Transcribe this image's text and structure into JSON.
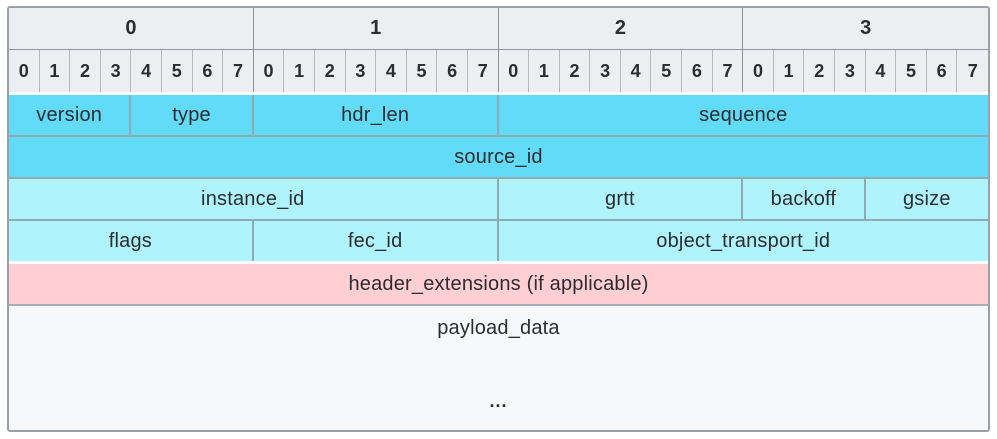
{
  "diagram_title": "packet-header-bit-layout",
  "colors": {
    "header_bg": "#eceef1",
    "cyan": "#61dbf8",
    "light_cyan": "#aff4fc",
    "pink": "#ffcfd3",
    "payload_bg": "#f7f8fa",
    "outer_border": "#9aa0a6",
    "row_divider": "#90aab4",
    "text": "#2b2d30"
  },
  "byte_header": {
    "labels": [
      "0",
      "1",
      "2",
      "3"
    ]
  },
  "bit_header": {
    "labels": [
      "0",
      "1",
      "2",
      "3",
      "4",
      "5",
      "6",
      "7",
      "0",
      "1",
      "2",
      "3",
      "4",
      "5",
      "6",
      "7",
      "0",
      "1",
      "2",
      "3",
      "4",
      "5",
      "6",
      "7",
      "0",
      "1",
      "2",
      "3",
      "4",
      "5",
      "6",
      "7"
    ]
  },
  "rows": [
    {
      "name": "word-row-1",
      "color": "cyan",
      "fields": [
        {
          "label": "version",
          "bits": 4
        },
        {
          "label": "type",
          "bits": 4
        },
        {
          "label": "hdr_len",
          "bits": 8
        },
        {
          "label": "sequence",
          "bits": 16
        }
      ]
    },
    {
      "name": "word-row-2",
      "color": "cyan",
      "fields": [
        {
          "label": "source_id",
          "bits": 32
        }
      ]
    },
    {
      "name": "word-row-3",
      "color": "light-cyan",
      "fields": [
        {
          "label": "instance_id",
          "bits": 16
        },
        {
          "label": "grtt",
          "bits": 8
        },
        {
          "label": "backoff",
          "bits": 4
        },
        {
          "label": "gsize",
          "bits": 4
        }
      ]
    },
    {
      "name": "word-row-4",
      "color": "light-cyan",
      "fields": [
        {
          "label": "flags",
          "bits": 8
        },
        {
          "label": "fec_id",
          "bits": 8
        },
        {
          "label": "object_transport_id",
          "bits": 16
        }
      ]
    },
    {
      "name": "word-row-5",
      "color": "pink",
      "fields": [
        {
          "label": "header_extensions (if applicable)",
          "bits": 32
        }
      ]
    }
  ],
  "payload": {
    "label": "payload_data",
    "ellipsis": "..."
  }
}
